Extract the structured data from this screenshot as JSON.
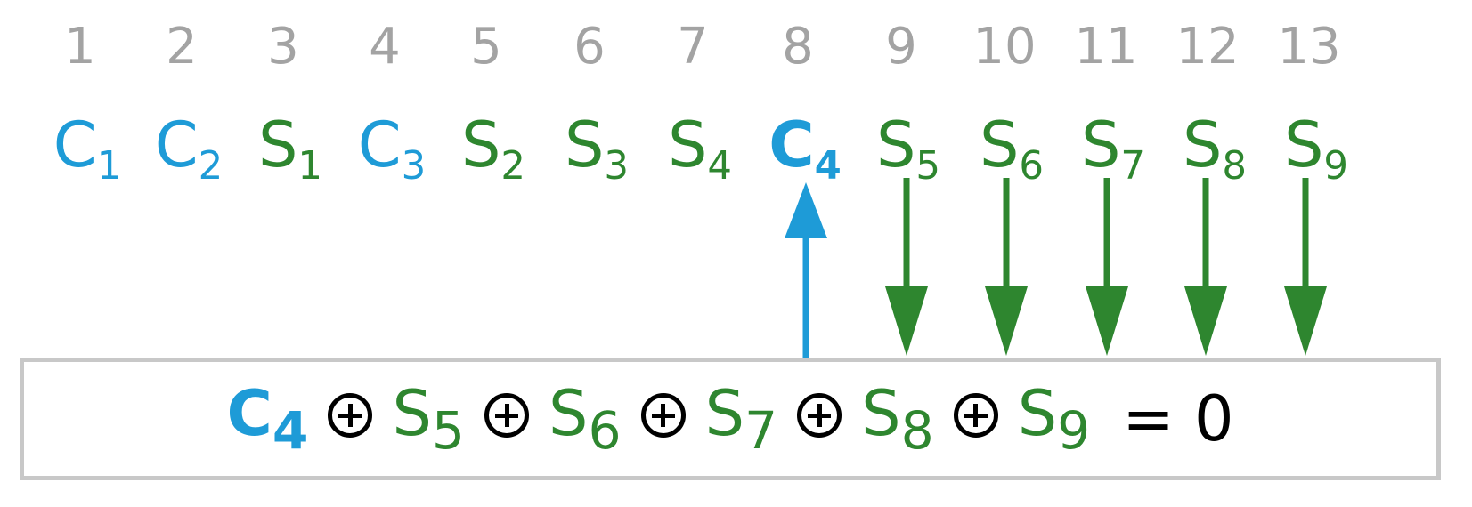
{
  "positions": [
    "1",
    "2",
    "3",
    "4",
    "5",
    "6",
    "7",
    "8",
    "9",
    "10",
    "11",
    "12",
    "13"
  ],
  "symbols": [
    {
      "letter": "C",
      "sub": "1",
      "kind": "control"
    },
    {
      "letter": "C",
      "sub": "2",
      "kind": "control"
    },
    {
      "letter": "S",
      "sub": "1",
      "kind": "symbol"
    },
    {
      "letter": "C",
      "sub": "3",
      "kind": "control"
    },
    {
      "letter": "S",
      "sub": "2",
      "kind": "symbol"
    },
    {
      "letter": "S",
      "sub": "3",
      "kind": "symbol"
    },
    {
      "letter": "S",
      "sub": "4",
      "kind": "symbol"
    },
    {
      "letter": "C",
      "sub": "4",
      "kind": "control",
      "highlight": true
    },
    {
      "letter": "S",
      "sub": "5",
      "kind": "symbol"
    },
    {
      "letter": "S",
      "sub": "6",
      "kind": "symbol"
    },
    {
      "letter": "S",
      "sub": "7",
      "kind": "symbol"
    },
    {
      "letter": "S",
      "sub": "8",
      "kind": "symbol"
    },
    {
      "letter": "S",
      "sub": "9",
      "kind": "symbol"
    }
  ],
  "arrows": {
    "up": [
      8
    ],
    "down": [
      9,
      10,
      11,
      12,
      13
    ]
  },
  "equation": {
    "terms": [
      {
        "letter": "C",
        "sub": "4",
        "kind": "control",
        "bold": true
      },
      {
        "letter": "S",
        "sub": "5",
        "kind": "symbol"
      },
      {
        "letter": "S",
        "sub": "6",
        "kind": "symbol"
      },
      {
        "letter": "S",
        "sub": "7",
        "kind": "symbol"
      },
      {
        "letter": "S",
        "sub": "8",
        "kind": "symbol"
      },
      {
        "letter": "S",
        "sub": "9",
        "kind": "symbol"
      }
    ],
    "operator": "xor-icon",
    "equals": "=",
    "result": "0"
  },
  "colors": {
    "control": "#1e9bd7",
    "symbol": "#2e862f",
    "index": "#a3a3a3",
    "box_border": "#c8c8c8",
    "operator": "#000000"
  }
}
